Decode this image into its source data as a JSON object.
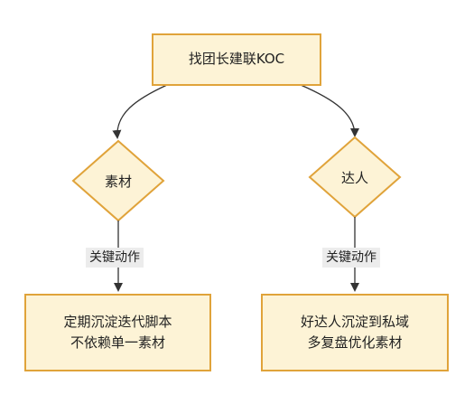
{
  "nodes": {
    "top": {
      "label": "找团长建联KOC"
    },
    "left_decision": {
      "label": "素材"
    },
    "right_decision": {
      "label": "达人"
    },
    "left_bottom": {
      "lines": [
        "定期沉淀迭代脚本",
        "不依赖单一素材"
      ]
    },
    "right_bottom": {
      "lines": [
        "好达人沉淀到私域",
        "多复盘优化素材"
      ]
    }
  },
  "edges": {
    "left_label": "关键动作",
    "right_label": "关键动作"
  },
  "colors": {
    "node_fill": "#fdf3d6",
    "node_border": "#e0a33a",
    "edge": "#333333",
    "edge_label_bg": "#ececec"
  }
}
